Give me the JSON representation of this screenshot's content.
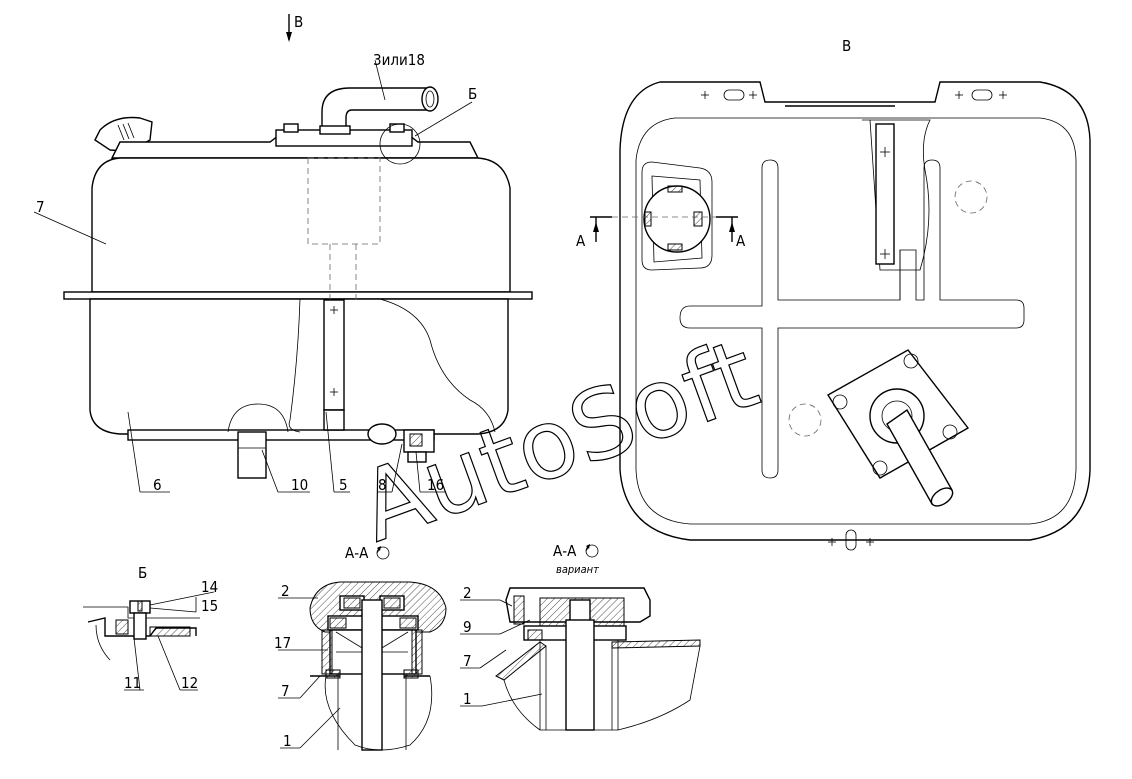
{
  "labels": {
    "view_b_marker": "В",
    "view_b_title": "В",
    "part_3_or_18": "3или18",
    "callout_b": "Б",
    "part_7": "7",
    "part_6": "6",
    "part_10": "10",
    "part_5": "5",
    "part_8": "8",
    "part_16": "16",
    "section_a_left": "А",
    "section_a_right": "А"
  },
  "detail_b": {
    "title": "Б",
    "part_14": "14",
    "part_15": "15",
    "part_11": "11",
    "part_12": "12"
  },
  "section_aa_1": {
    "title": "А-А",
    "part_2": "2",
    "part_17": "17",
    "part_7": "7",
    "part_1": "1"
  },
  "section_aa_2": {
    "title": "А-А",
    "subtitle": "вариант",
    "part_2": "2",
    "part_9": "9",
    "part_7": "7",
    "part_1": "1"
  },
  "watermark": "AutoSoft"
}
